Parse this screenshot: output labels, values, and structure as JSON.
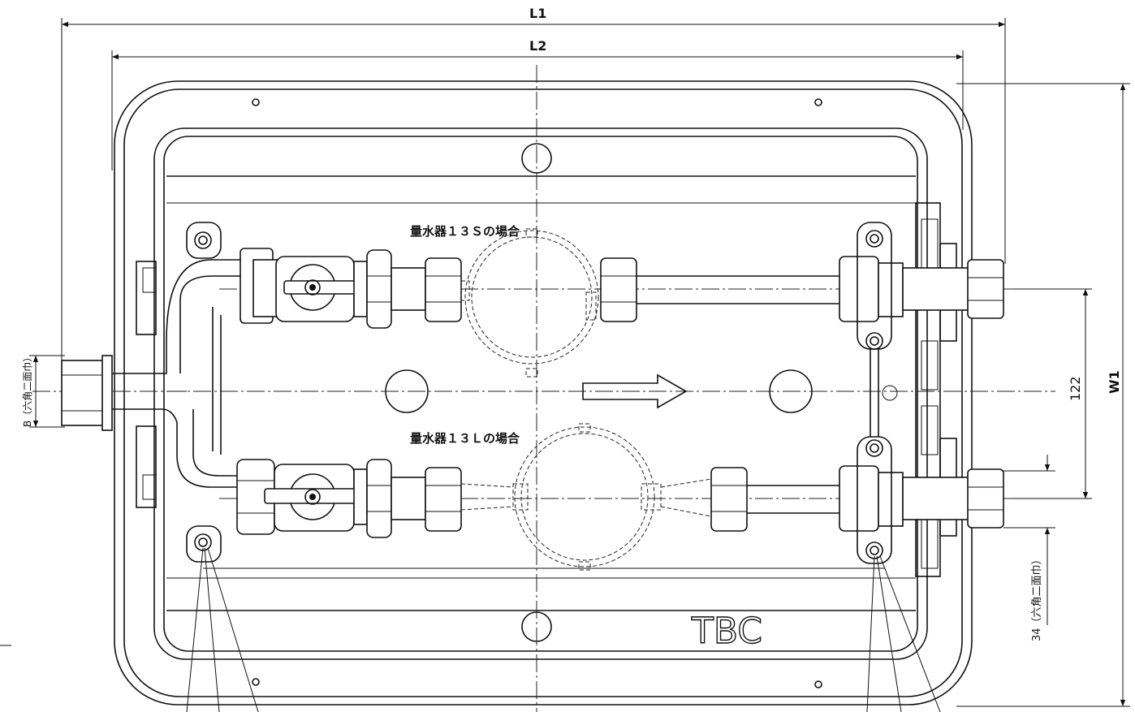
{
  "dimensions": {
    "l1": "L1",
    "l2": "L2",
    "w1": "W1",
    "spacing": "122",
    "hex_left": "B（六角二面巾）",
    "hex_right": "34（六角二面巾）"
  },
  "labels": {
    "meter_s": "量水器１３Ｓの場合",
    "meter_l": "量水器１３Ｌの場合",
    "brand": "TBC"
  }
}
